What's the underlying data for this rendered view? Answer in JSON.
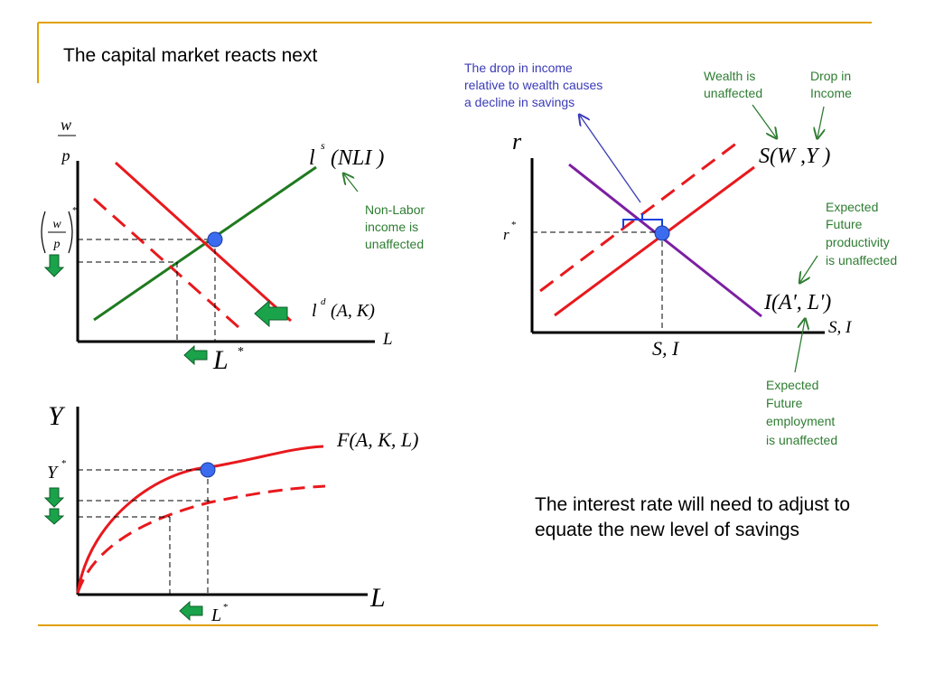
{
  "slide": {
    "title": "The capital market reacts next",
    "caption": "The interest rate will need to adjust to equate the new level of savings",
    "accent_color": "#e0a000"
  },
  "colors": {
    "demand_curve": "#e8191d",
    "labor_supply": "#1f7a1f",
    "investment": "#7b1fa2",
    "arrow_green": "#1aa34a",
    "note_green": "#2e7d32",
    "note_blue": "#3a3ab8",
    "marker_blue": "#3b6cf0",
    "bracket_blue": "#1a3fe0"
  },
  "labor_market": {
    "y_axis_num": "w",
    "y_axis_den": "p",
    "x_axis": "L",
    "equilibrium_wage_num": "w",
    "equilibrium_wage_den": "p",
    "equilibrium_wage_sup": "*",
    "equilibrium_label": "L",
    "equilibrium_sup": "*",
    "supply_name": "l",
    "supply_sup": "s",
    "supply_args": "(NLI )",
    "demand_name": "l",
    "demand_sup": "d",
    "demand_args": "(A, K)",
    "note_nonlabor": [
      "Non-Labor",
      "income is",
      "unaffected"
    ]
  },
  "production": {
    "y_axis": "Y",
    "x_axis": "L",
    "output_label": "Y",
    "output_sup": "*",
    "employment_label": "L",
    "employment_sup": "*",
    "function_label": "F(A, K, L)"
  },
  "capital_market": {
    "y_axis": "r",
    "x_axis": "S, I",
    "rate_label": "r",
    "rate_sup": "*",
    "quantity_label": "S, I",
    "saving_label": "S(W ,Y )",
    "investment_label": "I(A', L')",
    "note_savings": [
      "The drop in income",
      "relative to wealth causes",
      "a decline in savings"
    ],
    "note_wealth": [
      "Wealth is",
      "unaffected"
    ],
    "note_income": [
      "Drop in",
      "Income"
    ],
    "note_productivity": [
      "Expected",
      "Future",
      "productivity",
      "is unaffected"
    ],
    "note_employment": [
      "Expected",
      "Future",
      "employment",
      "is unaffected"
    ]
  }
}
